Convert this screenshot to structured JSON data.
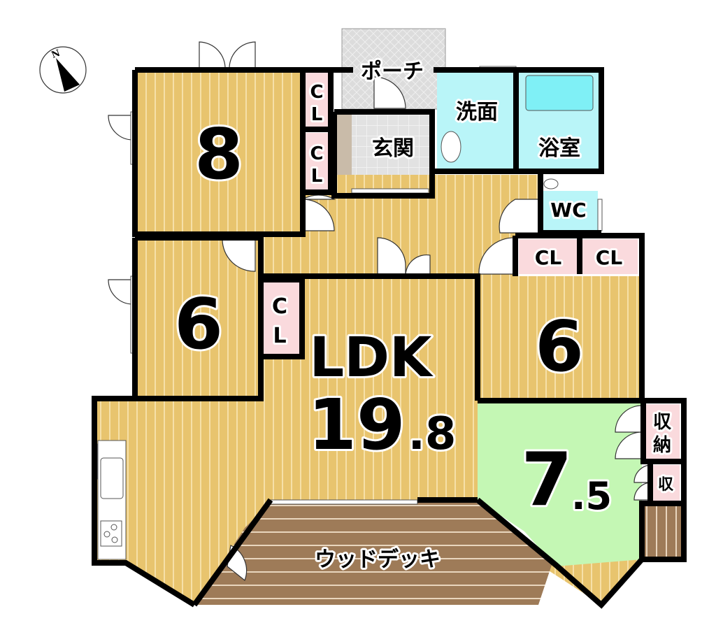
{
  "compass": {
    "label": "N",
    "icon": "north-arrow-icon"
  },
  "colors": {
    "wood_floor": "#E8C46E",
    "wood_stripe": "#F6E0A8",
    "closet": "#FADADD",
    "wet_area": "#B9F5F8",
    "tatami_room": "#C4F7B4",
    "deck": "#9E7B58",
    "deck_stripe": "#E9D6BE",
    "porch": "#DCDCDC",
    "wall": "#000000"
  },
  "rooms": {
    "western_8": {
      "label": "8"
    },
    "western_6_left": {
      "label": "6"
    },
    "western_6_right": {
      "label": "6"
    },
    "ldk": {
      "label": "LDK",
      "size": "19.8",
      "size_int": "19",
      "size_dec": ".8"
    },
    "japanese_7_5": {
      "label": "7.5",
      "size_int": "7",
      "size_dec": ".5"
    },
    "porch": {
      "label": "ポーチ"
    },
    "entrance": {
      "label": "玄関"
    },
    "washroom": {
      "label": "洗面"
    },
    "bathroom": {
      "label": "浴室"
    },
    "toilet": {
      "label": "WC"
    },
    "wood_deck": {
      "label": "ウッドデッキ"
    }
  },
  "closets": {
    "cl_top_1": {
      "c": "C",
      "l": "L"
    },
    "cl_top_2": {
      "c": "C",
      "l": "L"
    },
    "cl_left_6": {
      "c": "C",
      "l": "L"
    },
    "cl_right_a": {
      "label": "CL"
    },
    "cl_right_b": {
      "label": "CL"
    },
    "storage_large": {
      "line1": "収",
      "line2": "納"
    },
    "storage_small": {
      "label": "収"
    }
  }
}
